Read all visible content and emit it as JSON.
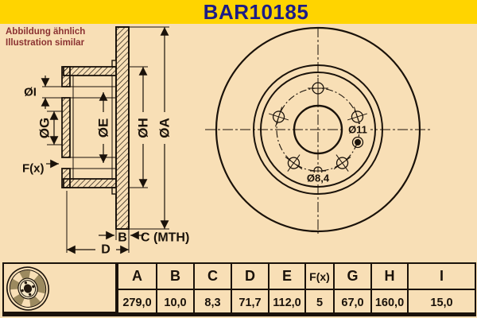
{
  "header": {
    "title": "BAR10185"
  },
  "note": {
    "line1": "Abbildung ähnlich",
    "line2": "Illustration similar"
  },
  "colors": {
    "background": "#F8DFB6",
    "header_yellow": "#FFD400",
    "title_navy": "#1C1C87",
    "note_red": "#8B3232",
    "line_black": "#1A120A",
    "icon_shade": "#9C8A5F"
  },
  "cross_section": {
    "labels": {
      "dia_i": "ØI",
      "dia_g": "ØG",
      "dia_e": "ØE",
      "dia_h": "ØH",
      "dia_a": "ØA",
      "f": "F(x)",
      "b": "B",
      "c_mth": "C (MTH)",
      "d": "D"
    }
  },
  "front_view": {
    "labels": {
      "fixing_hole": "Ø11",
      "locating_hole": "Ø8,4"
    }
  },
  "table": {
    "cols": [
      {
        "h": "A",
        "v": "279,0"
      },
      {
        "h": "B",
        "v": "10,0"
      },
      {
        "h": "C",
        "v": "8,3"
      },
      {
        "h": "D",
        "v": "71,7"
      },
      {
        "h": "E",
        "v": "112,0"
      },
      {
        "h": "F(x)",
        "v": "5"
      },
      {
        "h": "G",
        "v": "67,0"
      },
      {
        "h": "H",
        "v": "160,0"
      },
      {
        "h": "I",
        "v": "15,0"
      }
    ]
  }
}
